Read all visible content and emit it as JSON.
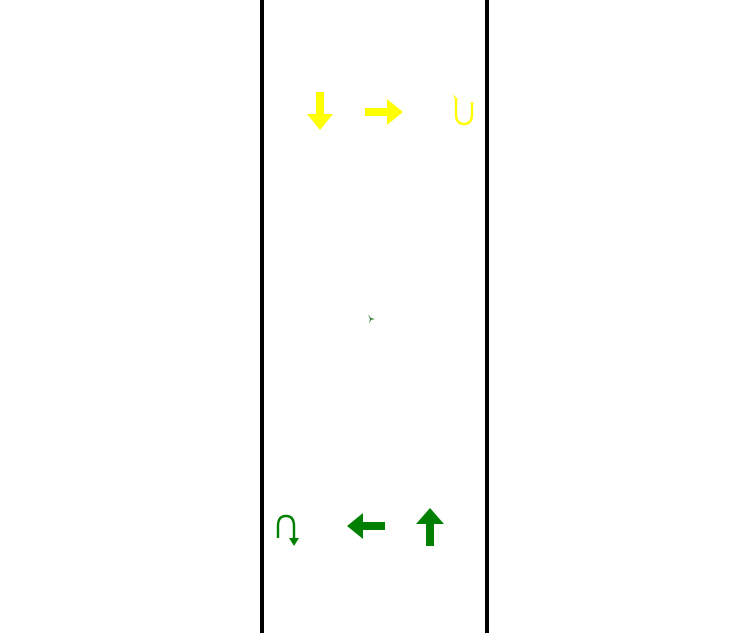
{
  "colors": {
    "background": "#ffffff",
    "wall": "#000000",
    "player_one": "#ffff00",
    "player_two": "#008000"
  },
  "player_one_controls": [
    {
      "icon": "arrow-down-icon",
      "action": "down"
    },
    {
      "icon": "arrow-right-icon",
      "action": "right"
    },
    {
      "icon": "u-turn-icon",
      "action": "u-turn"
    }
  ],
  "player_two_controls": [
    {
      "icon": "u-turn-icon",
      "action": "u-turn"
    },
    {
      "icon": "arrow-left-icon",
      "action": "left"
    },
    {
      "icon": "arrow-up-icon",
      "action": "up"
    }
  ],
  "center_marker": {
    "icon": "player-marker-icon"
  }
}
